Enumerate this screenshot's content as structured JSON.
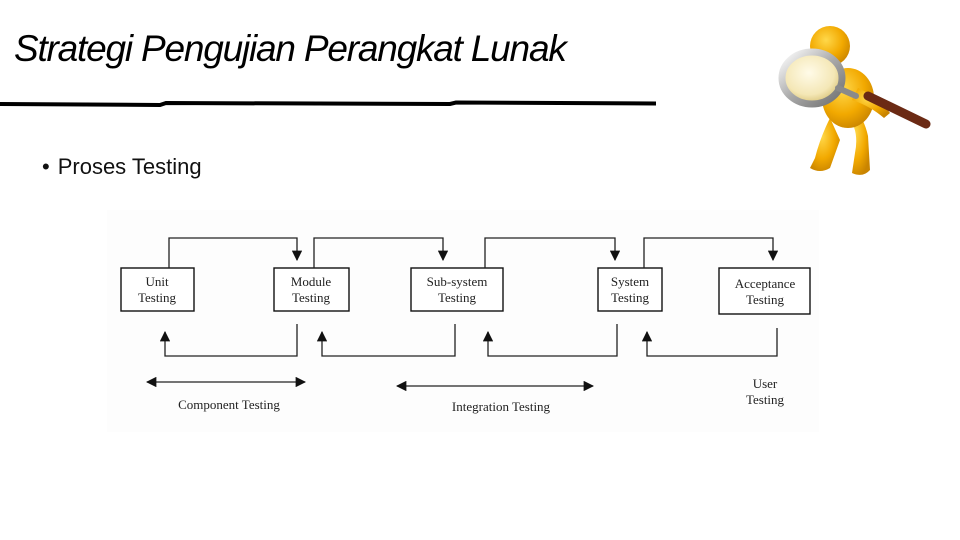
{
  "slide": {
    "title": "Strategi Pengujian Perangkat Lunak",
    "bullet": "Proses Testing",
    "bullet_symbol": "•"
  },
  "diagram": {
    "boxes": [
      {
        "line1": "Unit",
        "line2": "Testing"
      },
      {
        "line1": "Module",
        "line2": "Testing"
      },
      {
        "line1": "Sub-system",
        "line2": "Testing"
      },
      {
        "line1": "System",
        "line2": "Testing"
      },
      {
        "line1": "Acceptance",
        "line2": "Testing"
      }
    ],
    "phases": {
      "component": "Component Testing",
      "integration": "Integration Testing",
      "user_line1": "User",
      "user_line2": "Testing"
    }
  },
  "mascot": {
    "icon": "magnifier-figure-icon",
    "body_color": "#f2a900",
    "handle_color": "#6b2a14"
  }
}
